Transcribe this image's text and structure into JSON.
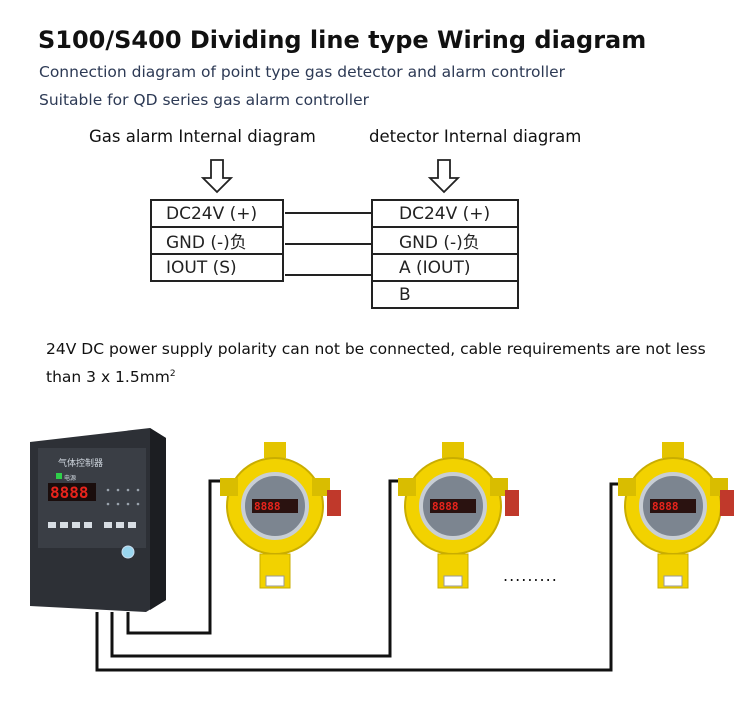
{
  "title": "S100/S400 Dividing line type Wiring diagram",
  "subtitle_1": "Connection diagram of point type gas detector and alarm controller",
  "subtitle_2": "Suitable for QD series gas alarm controller",
  "left_header": "Gas alarm Internal diagram",
  "right_header": "detector Internal diagram",
  "left_terminals": [
    "DC24V (+)",
    "GND (-)负",
    "IOUT (S)"
  ],
  "right_terminals": [
    "DC24V (+)",
    "GND (-)负",
    "A (IOUT)",
    "B"
  ],
  "note": {
    "text": "24V DC power supply polarity can not be connected, cable requirements are not less than 3 x 1.5mm",
    "superscript": "2"
  },
  "controller": {
    "panel_title": "气体控制器",
    "display": "8888",
    "sublabel": "电源"
  },
  "detector_display": "8888",
  "ellipsis": ".........",
  "colors": {
    "wire": "#111111",
    "detector_yellow": "#f2d200",
    "cabinet": "#2d3036",
    "led": "#e8241c"
  }
}
